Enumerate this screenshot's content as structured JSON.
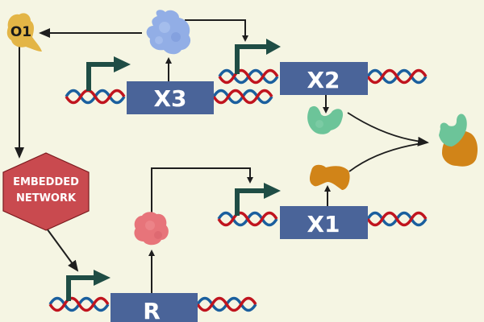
{
  "diagram": {
    "genes": [
      {
        "id": "x3",
        "label": "X3"
      },
      {
        "id": "x2",
        "label": "X2"
      },
      {
        "id": "x1",
        "label": "X1"
      },
      {
        "id": "r",
        "label": "R"
      }
    ],
    "output_label": "O1",
    "network_label_line1": "EMBEDDED",
    "network_label_line2": "NETWORK",
    "colors": {
      "background": "#f5f5e3",
      "gene_box": "#4a6499",
      "promoter_arrow": "#1f4d45",
      "dna_red": "#c0141e",
      "dna_blue": "#1a5f9e",
      "network_hexagon": "#c94a4f",
      "protein_x3": "#92aee6",
      "protein_x2": "#6cc499",
      "protein_x1": "#d18418",
      "protein_r": "#e7747a",
      "output_o1": "#e3b546",
      "arrow": "#1e1e1e"
    },
    "edges": [
      {
        "from": "X3 protein",
        "to": "O1"
      },
      {
        "from": "X3 protein",
        "to": "X2 promoter"
      },
      {
        "from": "O1",
        "to": "EMBEDDED NETWORK"
      },
      {
        "from": "EMBEDDED NETWORK",
        "to": "R promoter"
      },
      {
        "from": "R protein",
        "to": "X1 promoter"
      },
      {
        "from": "X2 protein",
        "to": "X1-X2 complex"
      },
      {
        "from": "X1 protein",
        "to": "X1-X2 complex"
      }
    ]
  }
}
